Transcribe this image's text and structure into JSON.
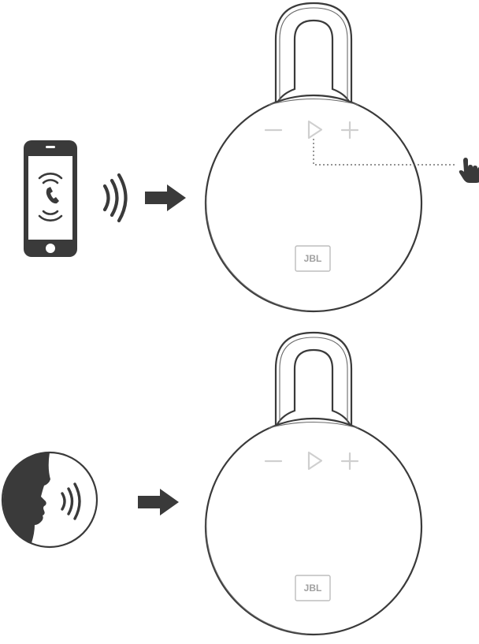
{
  "figures": [
    {
      "input": "phone-call",
      "speaker": {
        "buttons": [
          "minus-icon",
          "play-icon",
          "plus-icon"
        ],
        "logo_text": "JBL"
      },
      "annotation": "press-play-button"
    },
    {
      "input": "voice",
      "speaker": {
        "buttons": [
          "minus-icon",
          "play-icon",
          "plus-icon"
        ],
        "logo_text": "JBL"
      }
    }
  ],
  "colors": {
    "outline": "#3a3a3a",
    "controls": "#cfcfcf",
    "logo": "#a0a0a0"
  }
}
